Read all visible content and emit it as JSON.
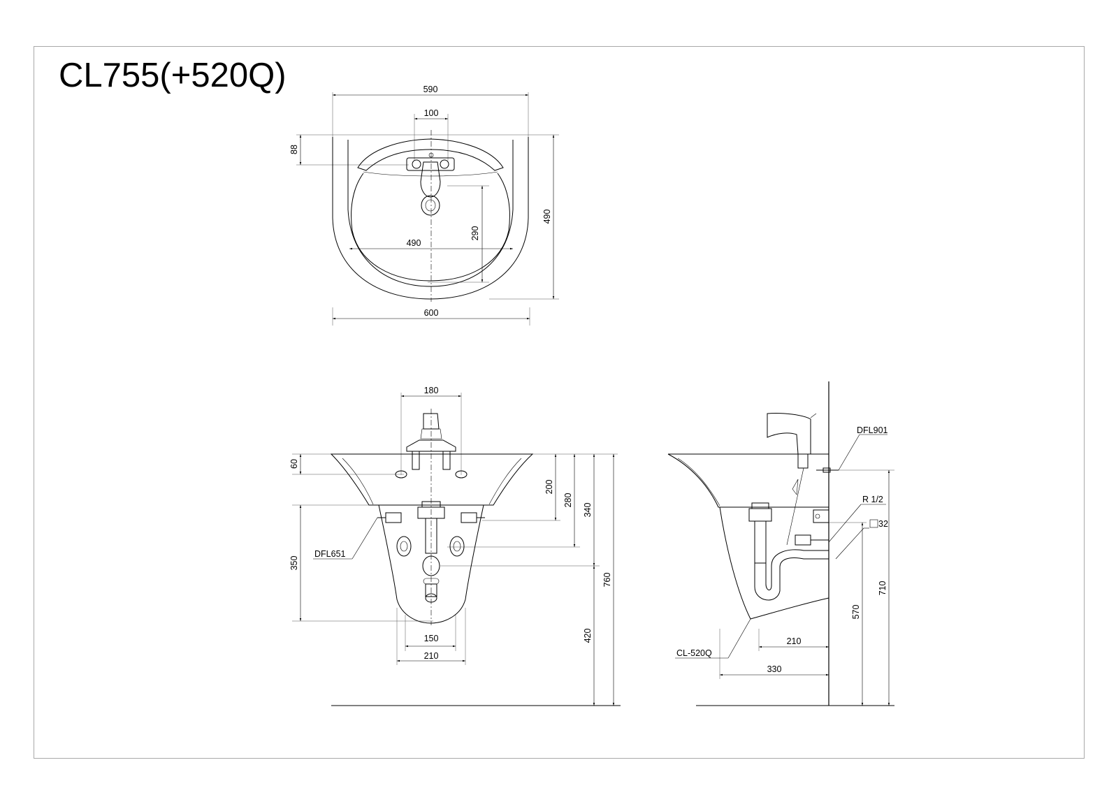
{
  "title": "CL755(+520Q)",
  "top_view": {
    "dims": {
      "overall_width": "590",
      "tap_holes": "100",
      "back_depth": "88",
      "overall_depth": "490",
      "bowl_depth": "290",
      "bowl_width": "490",
      "base_width": "600"
    }
  },
  "front_view": {
    "dims": {
      "tap_spacing": "180",
      "rim_height": "60",
      "to_valves": "200",
      "to_trap": "280",
      "to_drain": "340",
      "pedestal_height": "350",
      "total_height": "760",
      "floor_to_pedestal": "420",
      "pedestal_bottom_inner": "150",
      "pedestal_bottom_outer": "210"
    },
    "labels": {
      "valve": "DFL651"
    }
  },
  "side_view": {
    "dims": {
      "trap_depth": "210",
      "basin_projection": "330",
      "supply_height": "570",
      "drain_height": "710",
      "drain_size": "32"
    },
    "labels": {
      "anchor": "DFL901",
      "thread": "R 1/2",
      "pedestal": "CL-520Q"
    }
  }
}
